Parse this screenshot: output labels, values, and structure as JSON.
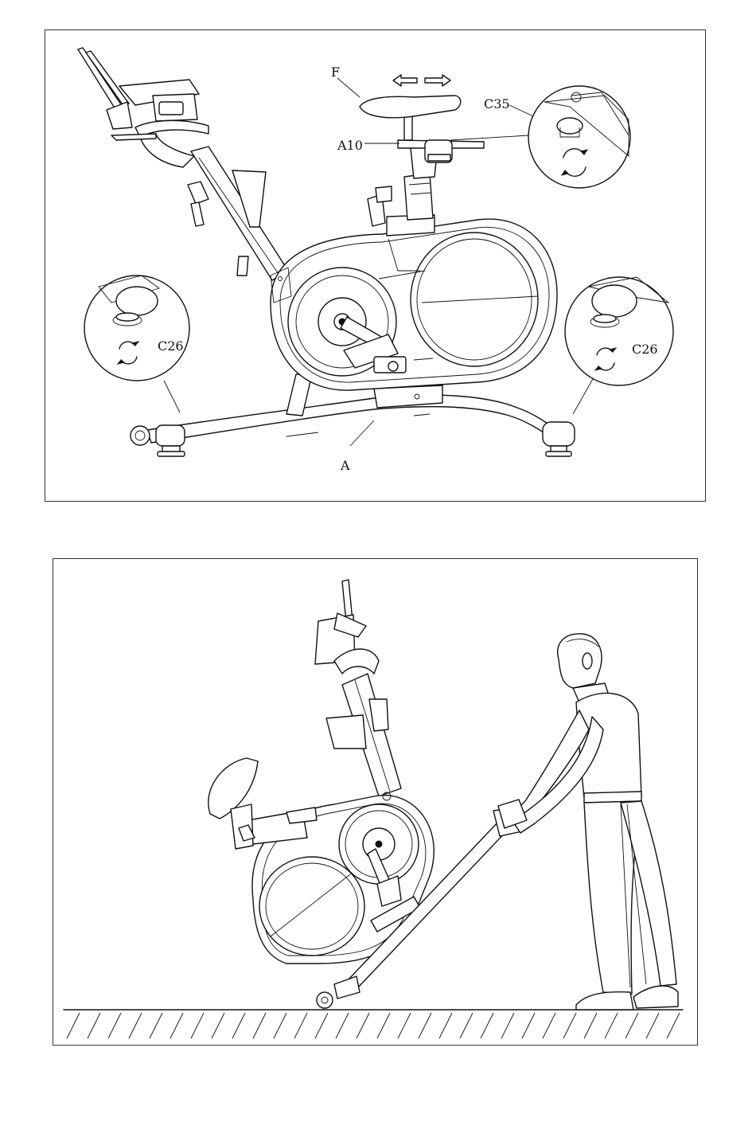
{
  "figure_top": {
    "labels": {
      "seat": "F",
      "seat_knob": "A10",
      "seat_detail": "C35",
      "front_leveler": "C26",
      "rear_leveler": "C26",
      "base": "A"
    },
    "icons": [
      "left-arrow-icon",
      "right-arrow-icon",
      "rotate-icon"
    ]
  },
  "figure_bottom": {
    "icons": [
      "person-figure",
      "tilted-bike"
    ]
  }
}
